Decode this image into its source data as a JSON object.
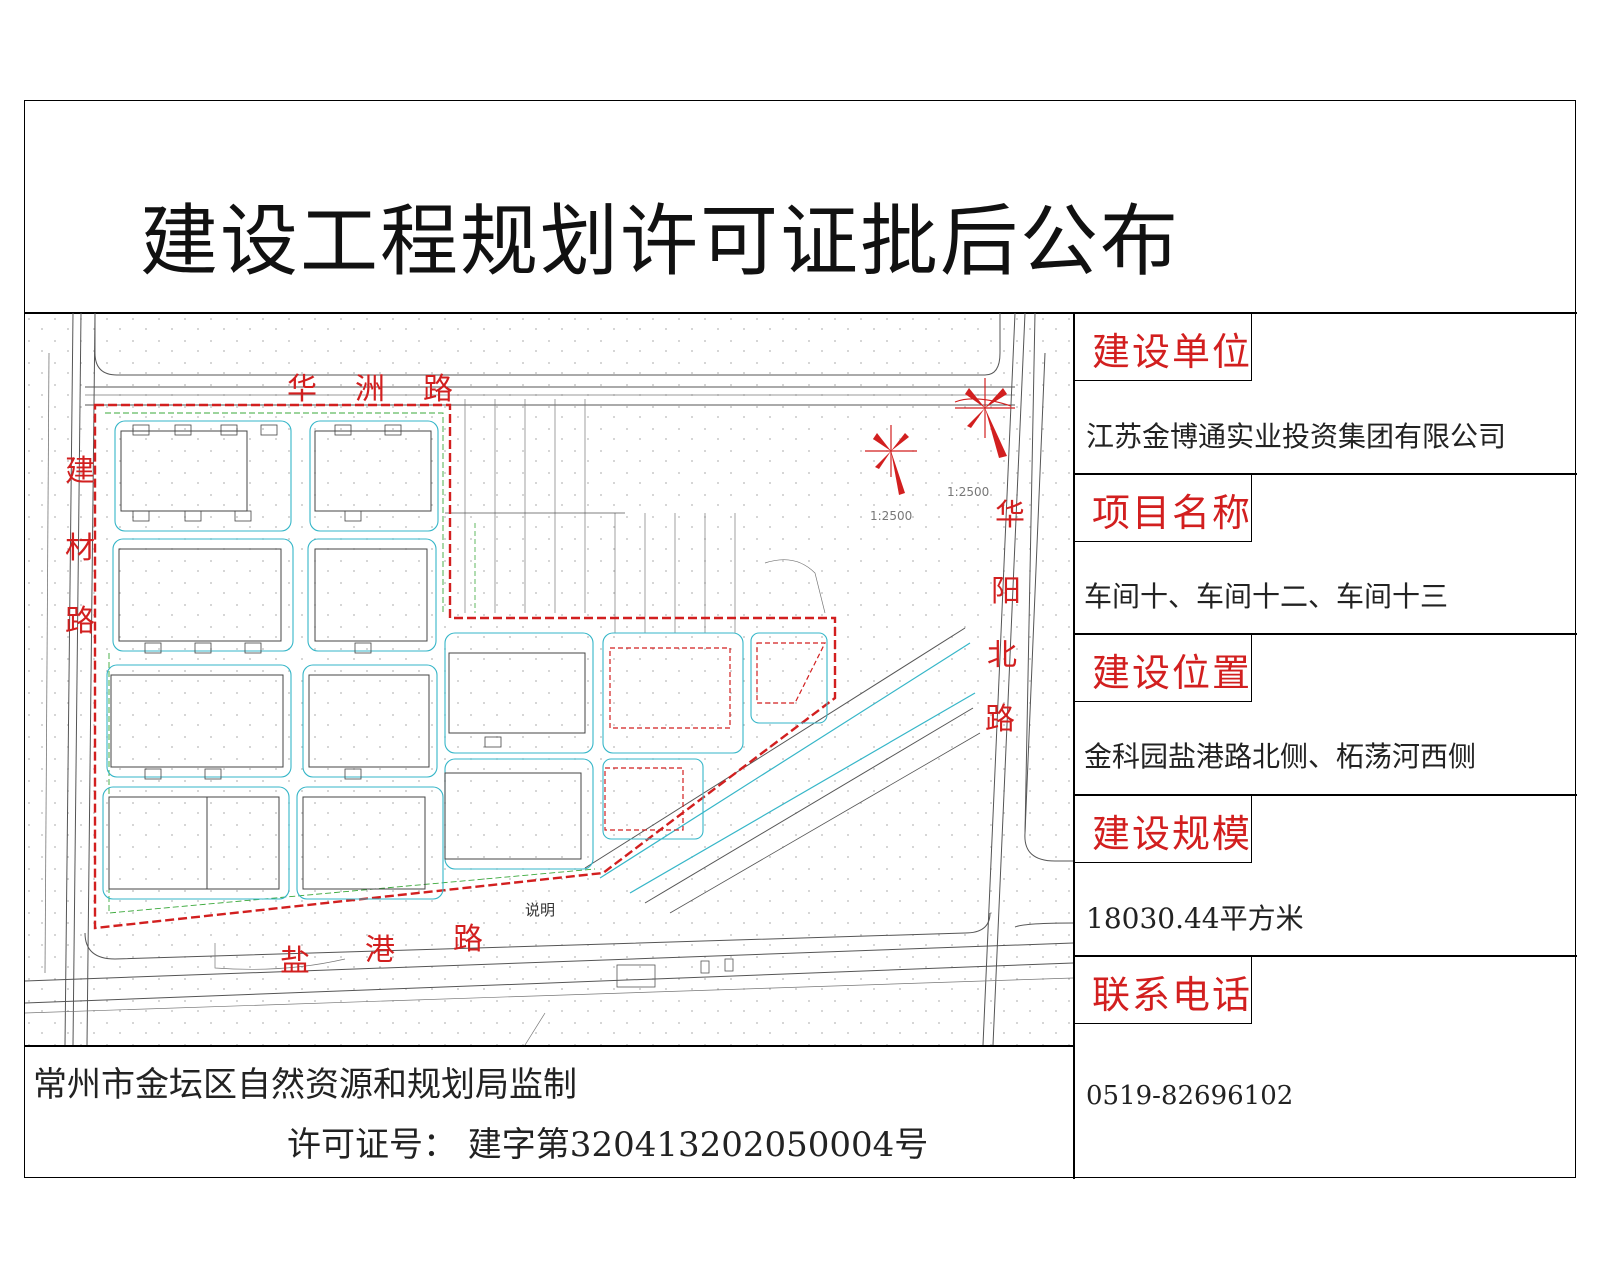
{
  "title": "建设工程规划许可证批后公布",
  "map": {
    "roads": {
      "north": [
        "华",
        "洲",
        "路"
      ],
      "west": [
        "建",
        "材",
        "路"
      ],
      "east": [
        "华",
        "阳",
        "北",
        "路"
      ],
      "south": [
        "盐",
        "港",
        "路"
      ]
    },
    "scale_a": "1:2500",
    "scale_b": "1:2500",
    "note": "说明"
  },
  "info": {
    "unit_label": "建设单位",
    "unit_value": "江苏金博通实业投资集团有限公司",
    "project_label": "项目名称",
    "project_value": "车间十、车间十二、车间十三",
    "location_label": "建设位置",
    "location_value": "金科园盐港路北侧、柘荡河西侧",
    "scale_label": "建设规模",
    "scale_value": "18030.44平方米",
    "phone_label": "联系电话",
    "phone_value": "0519-82696102"
  },
  "footer": {
    "supervisor": "常州市金坛区自然资源和规划局监制",
    "permit": "许可证号： 建字第320413202050004号"
  }
}
